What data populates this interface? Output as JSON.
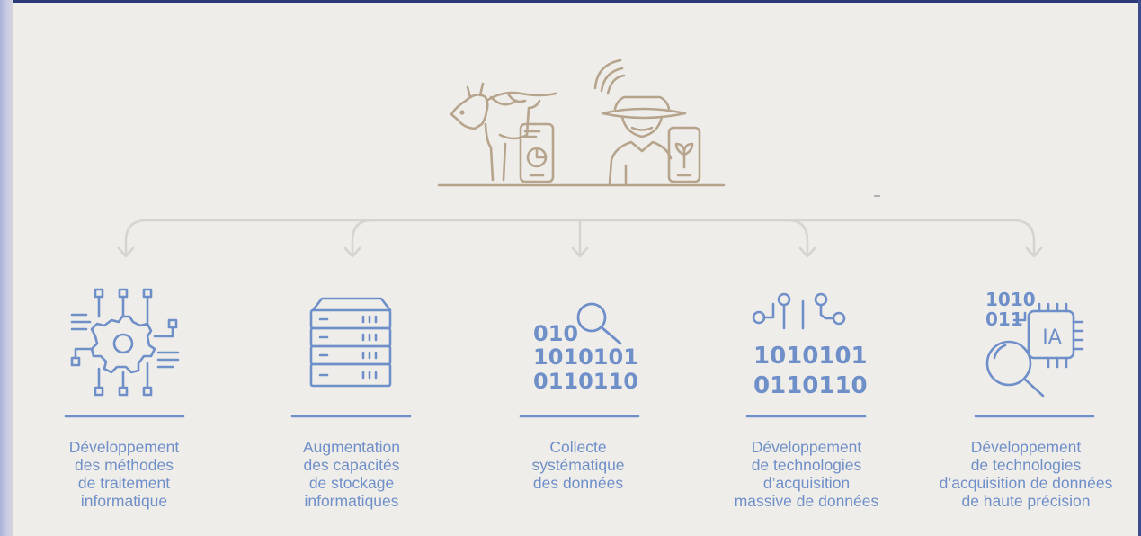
{
  "branches": [
    {
      "icon": "gear-circuit-icon",
      "caption": [
        "Développement",
        "des méthodes",
        "de traitement",
        "informatique"
      ]
    },
    {
      "icon": "server-stack-icon",
      "caption": [
        "Augmentation",
        "des capacités",
        "de stockage",
        "informatiques"
      ]
    },
    {
      "icon": "binary-search-icon",
      "caption": [
        "Collecte",
        "systématique",
        "des données"
      ],
      "binary": [
        "010",
        "1010101",
        "0110110"
      ]
    },
    {
      "icon": "binary-circuit-icon",
      "caption": [
        "Développement",
        "de technologies",
        "d’acquisition",
        "massive de données"
      ],
      "binary": [
        "1010101",
        "0110110"
      ]
    },
    {
      "icon": "ai-chip-search-icon",
      "caption": [
        "Développement",
        "de technologies",
        "d’acquisition de données",
        "de haute précision"
      ],
      "binary": [
        "1010",
        "011"
      ],
      "chip_label": "IA"
    }
  ],
  "colors": {
    "icon_blue": "#6f8fc9",
    "illustration_tan": "#b6a48c",
    "connector_gray": "#d6d4cf",
    "background": "#efedea"
  }
}
